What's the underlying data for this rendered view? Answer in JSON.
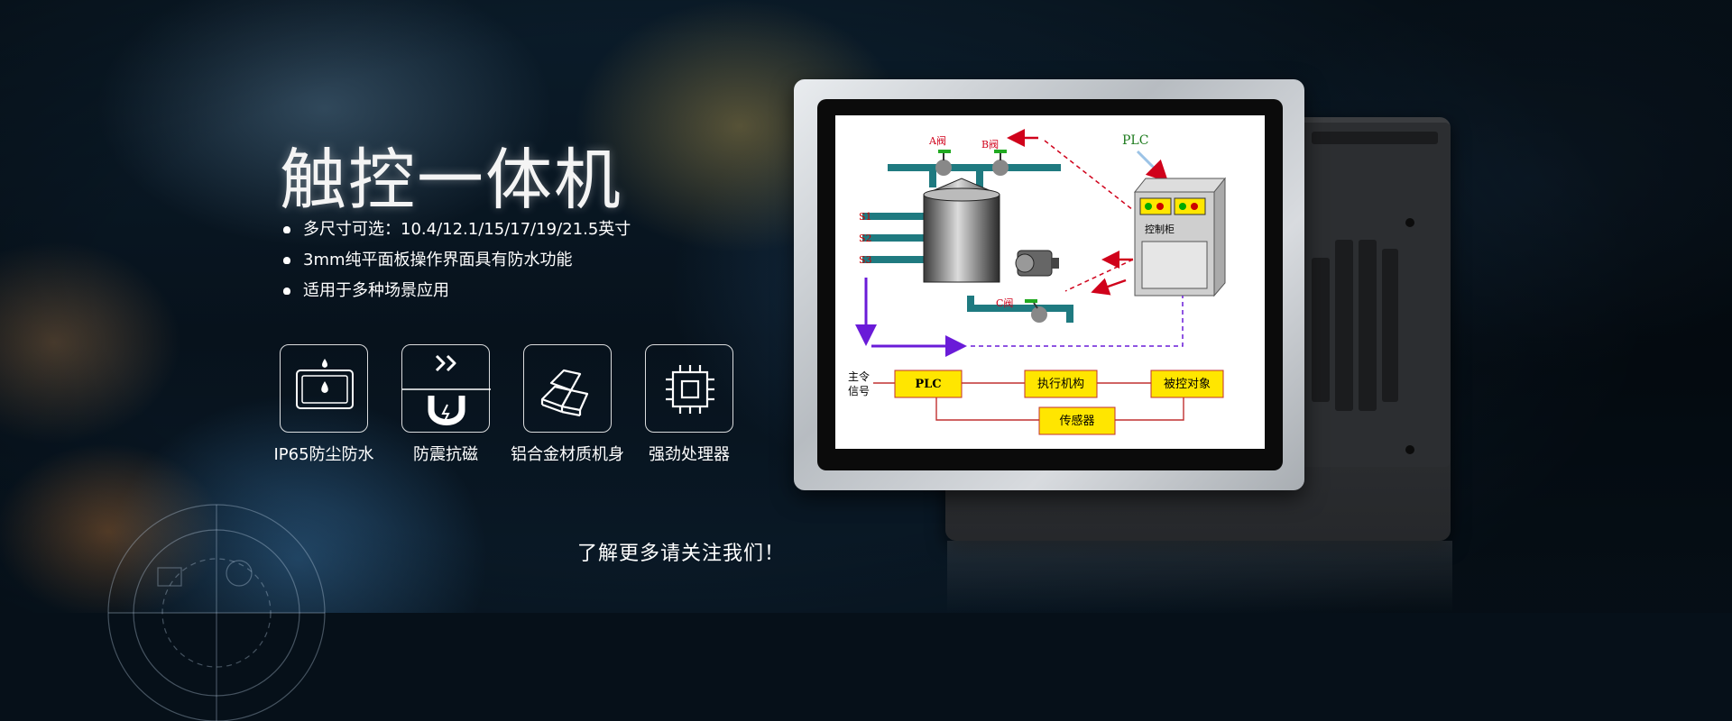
{
  "banner": {
    "title": "触控一体机",
    "features": [
      "多尺寸可选：10.4/12.1/15/17/19/21.5英寸",
      "3mm纯平面板操作界面具有防水功能",
      "适用于多种场景应用"
    ],
    "icons": [
      {
        "name": "waterproof-icon",
        "label": "IP65防尘防水"
      },
      {
        "name": "shockproof-magnet-icon",
        "label": "防震抗磁"
      },
      {
        "name": "aluminum-ingot-icon",
        "label": "铝合金材质机身"
      },
      {
        "name": "processor-chip-icon",
        "label": "强劲处理器"
      }
    ],
    "cta": "了解更多请关注我们！"
  },
  "screen_diagram": {
    "valve_a": "A阀",
    "valve_b": "B阀",
    "valve_c": "C阀",
    "plc_label": "PLC",
    "cabinet_label": "控制柜",
    "inputs": [
      "S1",
      "S2",
      "S3"
    ],
    "main_signal": [
      "主令",
      "信号"
    ],
    "blocks": {
      "plc": "PLC",
      "actuator": "执行机构",
      "controlled": "被控对象",
      "sensor": "传感器"
    }
  },
  "colors": {
    "accent_red": "#d0021b",
    "block_yellow": "#ffe600",
    "pipe_teal": "#1f7a80",
    "flow_purple": "#6a1bd8"
  }
}
